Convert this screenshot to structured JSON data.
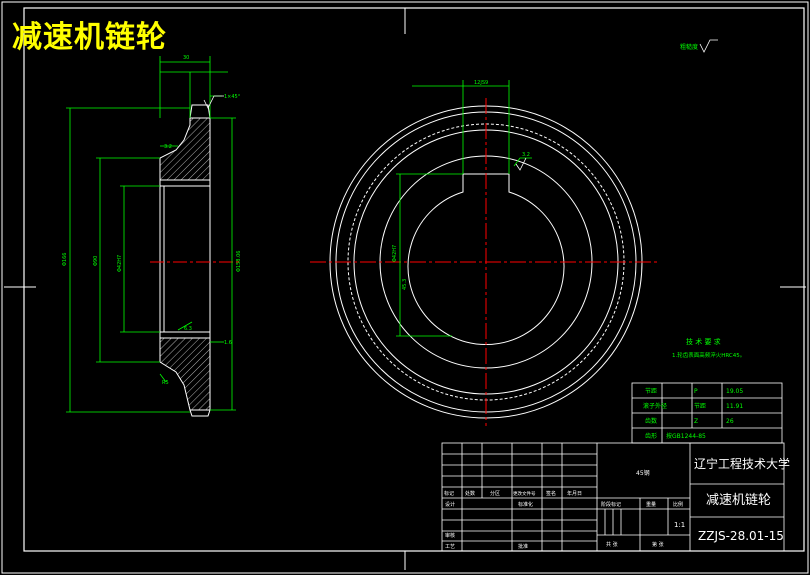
{
  "drawing_title": "减速机链轮",
  "roughness_symbol_top": "粗糙度",
  "tech_requirements": {
    "heading": "技 术 要 求",
    "items": [
      "1.轮齿表面高频淬火HRC45。"
    ]
  },
  "params_table": [
    {
      "label": "节距",
      "sym": "P",
      "val": "19.05"
    },
    {
      "label": "滚子外径",
      "sym": "节距",
      "val": "11.91"
    },
    {
      "label": "齿数",
      "sym": "Z",
      "val": "26"
    },
    {
      "label": "齿形",
      "sym": "按GB1244-85",
      "val": ""
    }
  ],
  "title_block": {
    "institution": "辽宁工程技术大学",
    "part_name": "减速机链轮",
    "material": "45钢",
    "drawing_number": "ZZJS-28.01-15",
    "scale": "1:1",
    "row_labels": [
      "标记",
      "处数",
      "分区",
      "更改文件号",
      "签名",
      "年月日"
    ],
    "design_row": [
      "设计",
      "标准化"
    ],
    "check_row": [
      "审核"
    ],
    "process_row": [
      "工艺",
      "批准"
    ],
    "stage_labels": [
      "阶段标记",
      "重量",
      "比例"
    ],
    "sheet_labels": [
      "共 张",
      "第 张"
    ]
  },
  "dimensions": {
    "top_width": "30",
    "chamfer_note": "1×45°",
    "outer_dia": "Φ166",
    "hub_dia": "Φ90",
    "bore_dia": "Φ42H7",
    "pitch_dia": "Φ158.06",
    "keyway_width": "12JS9",
    "keyway_depth": "45.3",
    "bore_dia_right": "Φ42H7",
    "radius_note": "R5",
    "roughness_1": "3.2",
    "roughness_2": "6.3",
    "roughness_3": "1.6",
    "roughness_4": "3.2"
  },
  "colors": {
    "frame": "#ffffff",
    "part": "#ffffff",
    "dimension": "#00ff00",
    "centerline": "#ff0000",
    "title": "#ffff00",
    "hatch": "#ffffff"
  }
}
